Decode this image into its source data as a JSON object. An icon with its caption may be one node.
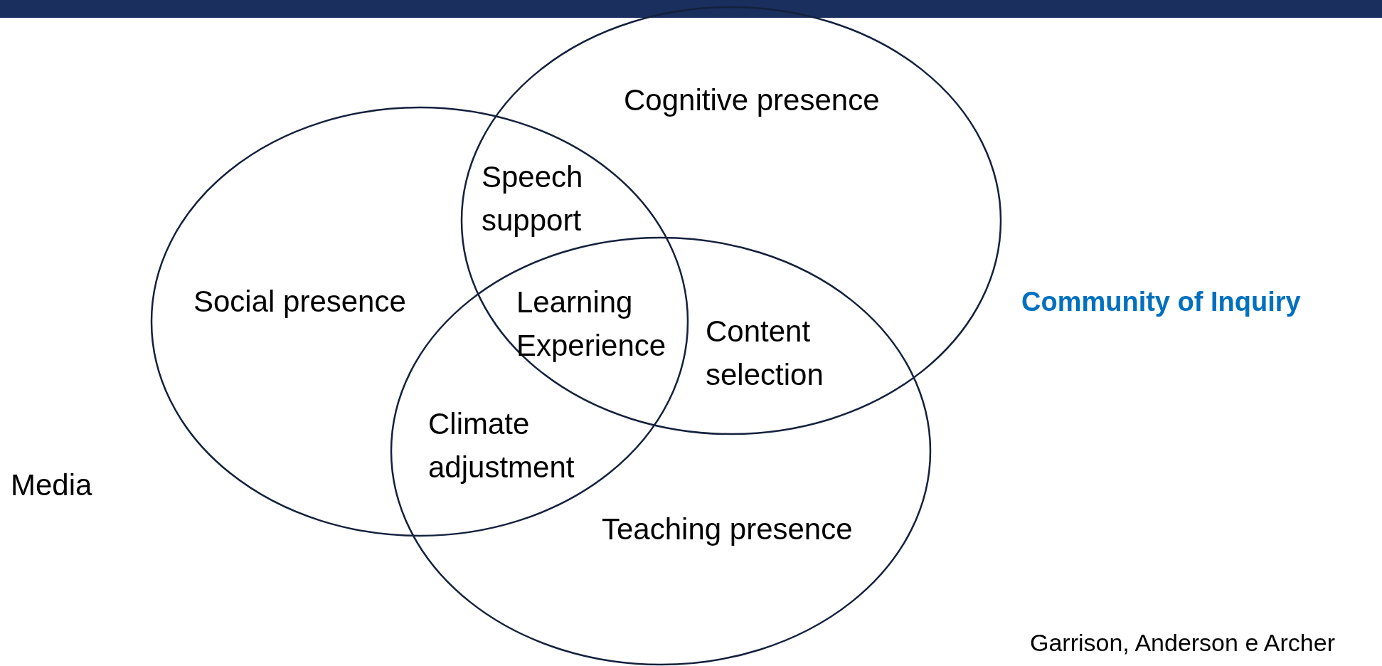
{
  "diagram": {
    "title": "Community of Inquiry",
    "nodes": [
      {
        "text": [
          "Social presence"
        ]
      },
      {
        "text": [
          "Cognitive presence"
        ]
      },
      {
        "text": [
          "Teaching presence"
        ]
      }
    ],
    "edges": [],
    "labels": [
      "Speech support",
      "Learning Experience",
      "Content selection",
      "Climate adjustment",
      "Media",
      "Garrison, Anderson e Archer"
    ]
  }
}
